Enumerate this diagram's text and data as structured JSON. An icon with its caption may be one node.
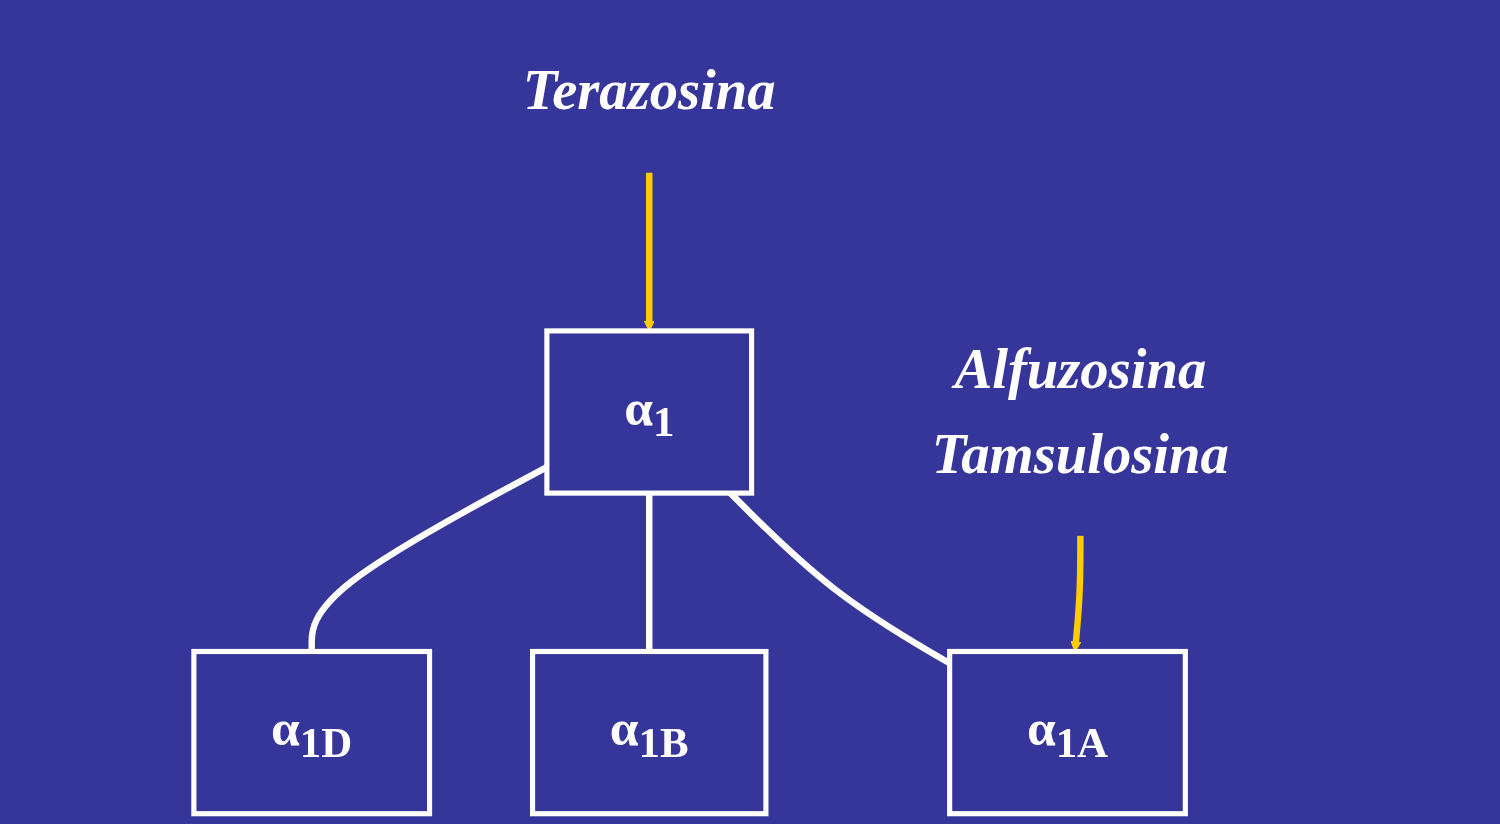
{
  "diagram": {
    "nodes": [
      {
        "text": [
          "α$_{1}$"
        ]
      },
      {
        "text": [
          "α$_{1A}$"
        ]
      },
      {
        "text": [
          "α$_{1B}$"
        ]
      },
      {
        "text": [
          "α$_{1D}$"
        ]
      },
      {
        "text": [
          "Terazosina"
        ]
      },
      {
        "text": [
          "Alfuzosina",
          "Tamsulosina"
        ]
      }
    ],
    "edges": [
      {
        "from": 0,
        "to": 1,
        "arrow": "none"
      },
      {
        "from": 0,
        "to": 2,
        "arrow": "none"
      },
      {
        "from": 0,
        "to": 3,
        "arrow": "none"
      },
      {
        "from": 4,
        "to": 0,
        "arrow": "to",
        "color": "#ffcc00"
      },
      {
        "from": 5,
        "to": 1,
        "arrow": "to",
        "color": "#ffcc00"
      }
    ]
  }
}
